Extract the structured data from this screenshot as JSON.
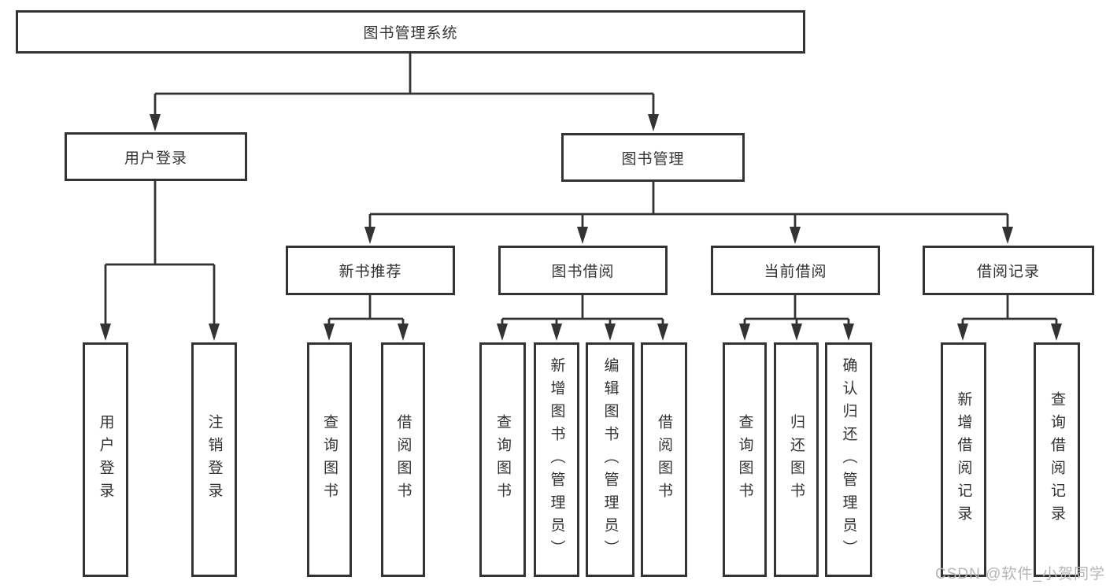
{
  "diagram": {
    "tree": {
      "root": {
        "label": "图书管理系统"
      },
      "branches": [
        {
          "label": "用户登录",
          "children": [
            {
              "label": "用户登录"
            },
            {
              "label": "注销登录"
            }
          ]
        },
        {
          "label": "图书管理",
          "children": [
            {
              "label": "新书推荐",
              "children": [
                {
                  "label": "查询图书"
                },
                {
                  "label": "借阅图书"
                }
              ]
            },
            {
              "label": "图书借阅",
              "children": [
                {
                  "label": "查询图书"
                },
                {
                  "label": "新增图书（管理员）"
                },
                {
                  "label": "编辑图书（管理员）"
                },
                {
                  "label": "借阅图书"
                }
              ]
            },
            {
              "label": "当前借阅",
              "children": [
                {
                  "label": "查询图书"
                },
                {
                  "label": "归还图书"
                },
                {
                  "label": "确认归还（管理员）"
                }
              ]
            },
            {
              "label": "借阅记录",
              "children": [
                {
                  "label": "新增借阅记录"
                },
                {
                  "label": "查询借阅记录"
                }
              ]
            }
          ]
        }
      ]
    },
    "watermark": {
      "text": "CSDN @软件_小贺同学"
    },
    "colors": {
      "line": "#333333",
      "text": "#333333",
      "background": "#ffffff",
      "watermark": "#b5b5b5"
    }
  }
}
